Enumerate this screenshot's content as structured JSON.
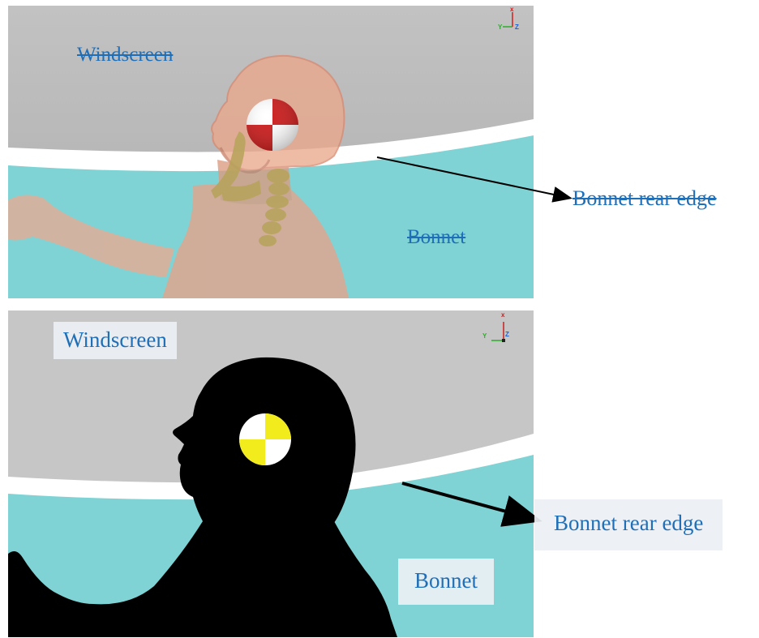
{
  "top_panel": {
    "labels": {
      "windscreen": "Windscreen",
      "bonnet": "Bonnet",
      "bonnet_rear_edge": "Bonnet rear edge"
    },
    "axis_labels": {
      "x": "x",
      "y": "Y",
      "z": "Z"
    }
  },
  "bottom_panel": {
    "labels": {
      "windscreen": "Windscreen",
      "bonnet": "Bonnet",
      "bonnet_rear_edge": "Bonnet rear edge"
    },
    "axis_labels": {
      "x": "x",
      "y": "Y",
      "z": "Z"
    }
  },
  "colors": {
    "windscreen": "#c4c4c4",
    "bonnet": "#7fd3d4",
    "body_translucent": "#e8a68c",
    "silhouette": "#000000",
    "label_text": "#1f6fb8",
    "target_red": "#cc1f1f",
    "target_yellow": "#f3ec1c"
  },
  "icons": [
    "axis-triad-icon",
    "crash-test-target-icon",
    "arrow-icon"
  ]
}
